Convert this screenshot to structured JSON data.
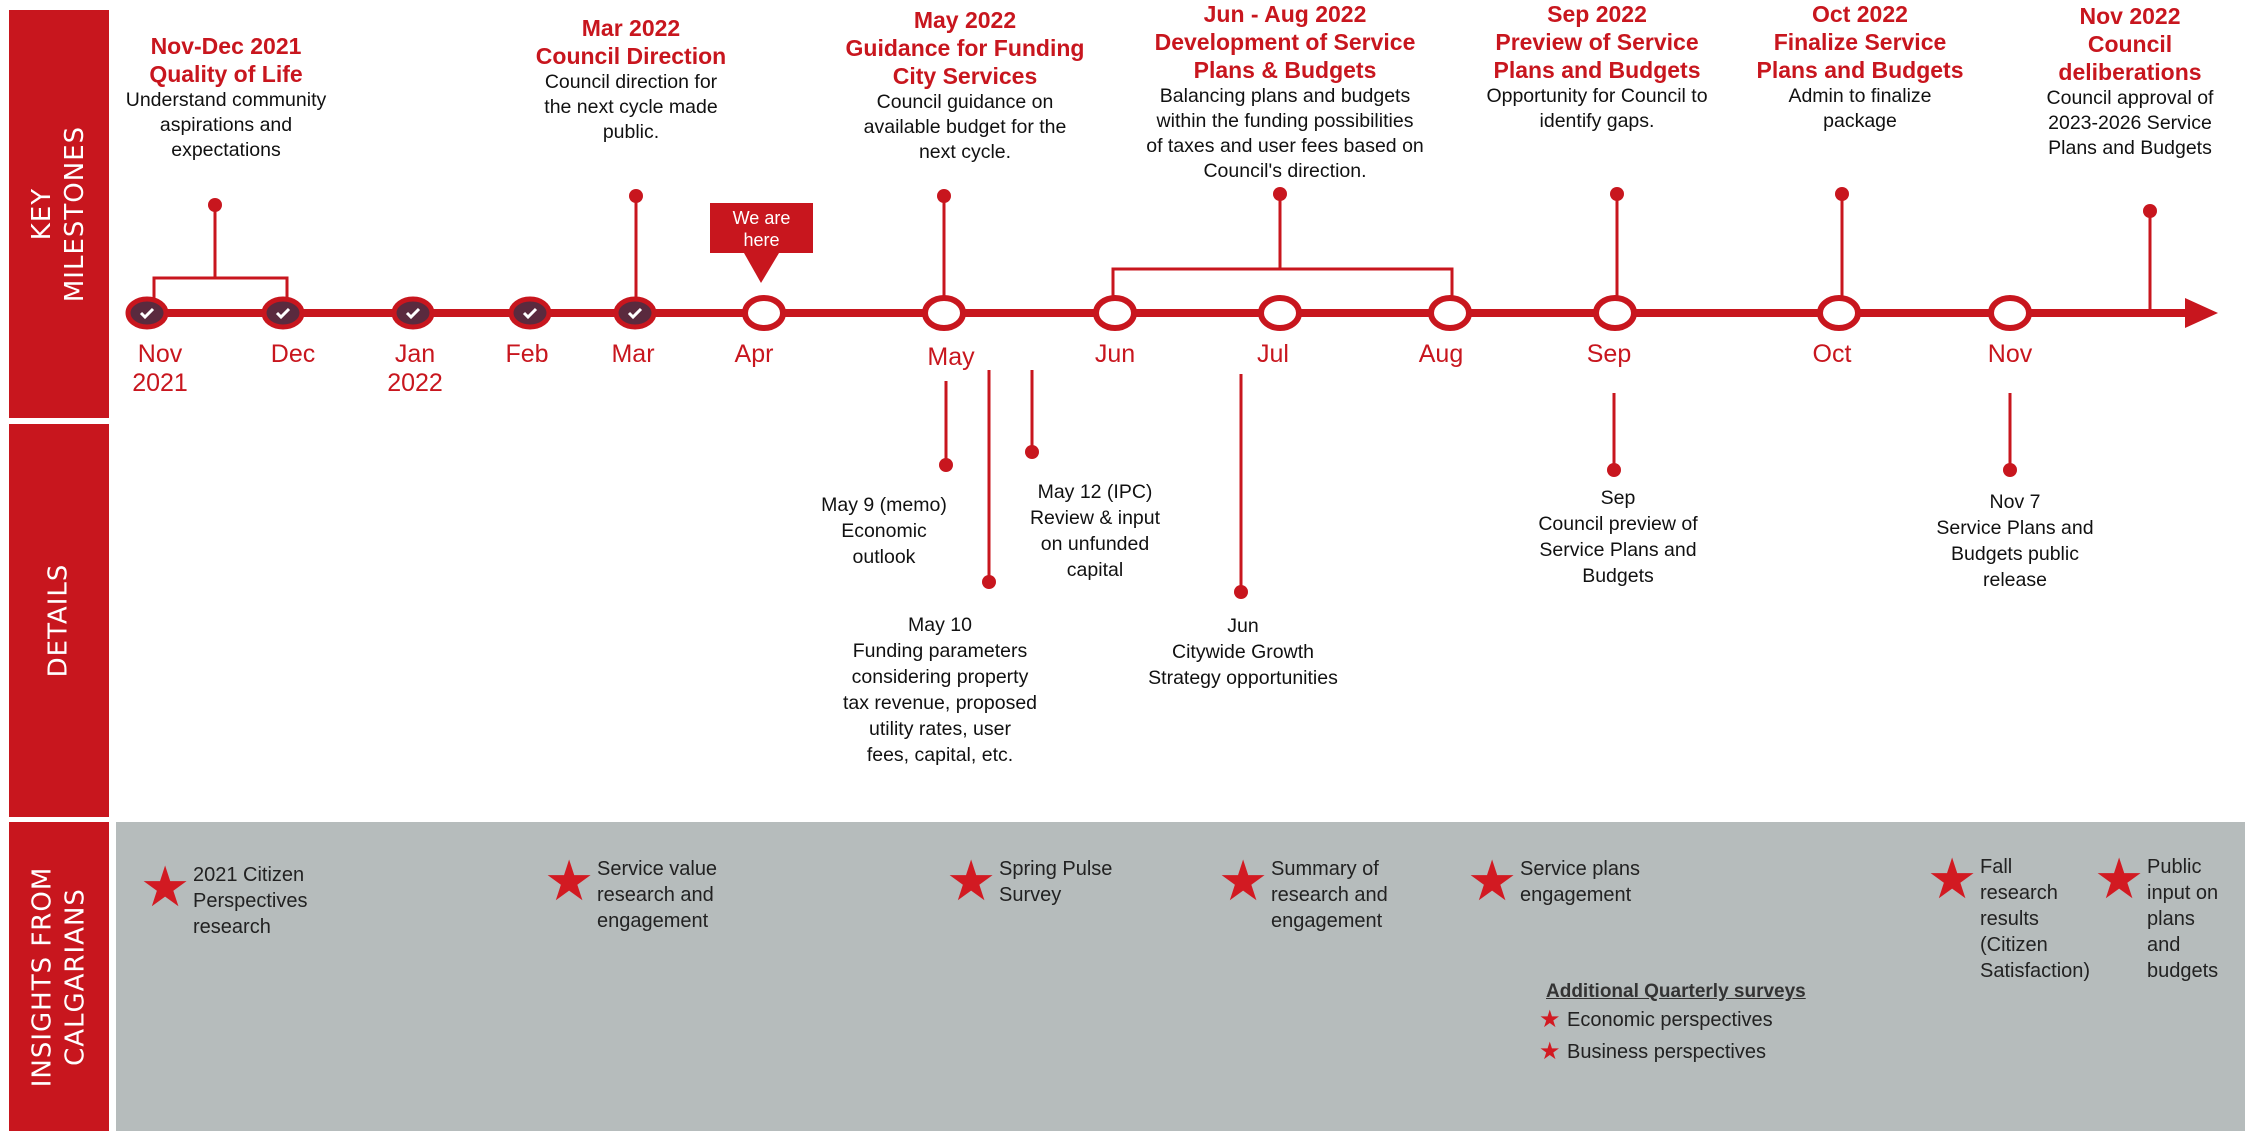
{
  "sections": {
    "key_milestones": "KEY\nMILESTONES",
    "details": "DETAILS",
    "insights": "INSIGHTS FROM\nCALGARIANS"
  },
  "colors": {
    "brand_red": "#c8161e",
    "dark_marker": "#5a2a3e",
    "insights_bg": "#b6bcbc"
  },
  "we_are_here": "We are\nhere",
  "milestones": [
    {
      "title": "Nov-Dec 2021\nQuality of Life",
      "desc": "Understand community\naspirations and\nexpectations"
    },
    {
      "title": "Mar 2022\nCouncil Direction",
      "desc": "Council direction for\nthe next cycle made\npublic."
    },
    {
      "title": "May 2022\nGuidance for Funding\nCity Services",
      "desc": "Council guidance on\navailable budget for the\nnext cycle."
    },
    {
      "title": "Jun - Aug 2022\nDevelopment of Service\nPlans & Budgets",
      "desc": "Balancing plans and budgets\nwithin the funding possibilities\nof taxes and user fees based on\nCouncil's direction."
    },
    {
      "title": "Sep 2022\nPreview of Service\nPlans and Budgets",
      "desc": "Opportunity for Council to\nidentify gaps."
    },
    {
      "title": "Oct 2022\nFinalize Service\nPlans and Budgets",
      "desc": "Admin to finalize\npackage"
    },
    {
      "title": "Nov 2022\nCouncil\ndeliberations",
      "desc": "Council approval of\n2023-2026 Service\nPlans and Budgets"
    }
  ],
  "months": [
    "Nov\n2021",
    "Dec",
    "Jan\n2022",
    "Feb",
    "Mar",
    "Apr",
    "May",
    "Jun",
    "Jul",
    "Aug",
    "Sep",
    "Oct",
    "Nov"
  ],
  "details": [
    "May 9 (memo)\nEconomic\noutlook",
    "May 12 (IPC)\nReview & input\non unfunded\ncapital",
    "May 10\nFunding parameters\nconsidering property\ntax revenue, proposed\nutility rates, user\nfees, capital, etc.",
    "Jun\nCitywide Growth\nStrategy opportunities",
    "Sep\nCouncil preview of\nService Plans and\nBudgets",
    "Nov 7\nService Plans and\nBudgets public\nrelease"
  ],
  "insights": [
    "2021 Citizen\nPerspectives\nresearch",
    "Service value\nresearch and\nengagement",
    "Spring Pulse\nSurvey",
    "Summary of\nresearch and\nengagement",
    "Service plans\nengagement",
    "Fall\nresearch\nresults\n(Citizen\nSatisfaction)",
    "Public\ninput on\nplans\nand\nbudgets"
  ],
  "additional": {
    "heading": "Additional Quarterly surveys",
    "items": [
      "Economic perspectives",
      "Business perspectives"
    ]
  }
}
